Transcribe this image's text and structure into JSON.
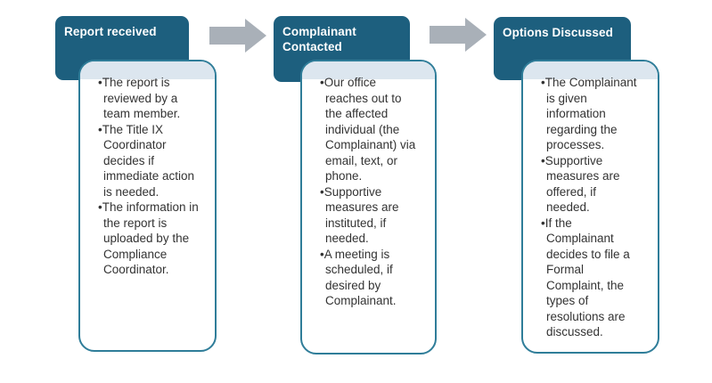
{
  "diagram": {
    "type": "process-flow",
    "connector": "right-block-arrow",
    "steps": [
      {
        "title": "Report received",
        "bullets": [
          "The report is reviewed by a team member.",
          "The Title IX Coordinator decides if immediate action is needed.",
          "The information in the report is uploaded by the Compliance Coordinator."
        ]
      },
      {
        "title": "Complainant Contacted",
        "bullets": [
          "Our office reaches out to the affected individual (the Complainant) via email, text, or phone.",
          "Supportive measures are instituted, if needed.",
          "A meeting is scheduled, if desired by Complainant."
        ]
      },
      {
        "title": "Options Discussed",
        "bullets": [
          "The Complainant is given information regarding the processes.",
          "Supportive measures are offered, if needed.",
          "If the Complainant decides to file a Formal Complaint, the types of resolutions are discussed."
        ]
      }
    ]
  },
  "colors": {
    "header_bg": "#1d5f7e",
    "header_text": "#ffffff",
    "box_border": "#2f7d99",
    "band_bg": "#dce6ef",
    "arrow": "#a9b0b8",
    "body_text": "#333333",
    "background": "#ffffff"
  }
}
